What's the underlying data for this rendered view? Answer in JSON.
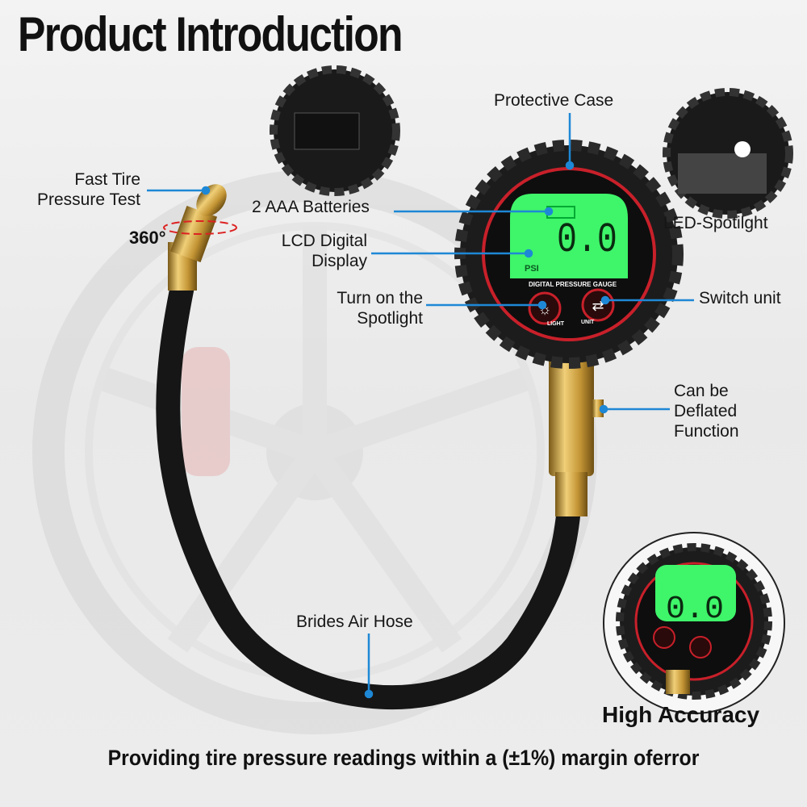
{
  "title": "Product Introduction",
  "labels": {
    "protective_case": "Protective Case",
    "fast_tire_1": "Fast Tire",
    "fast_tire_2": "Pressure Test",
    "rotation": "360°",
    "batteries": "2 AAA Batteries",
    "lcd_1": "LCD Digital",
    "lcd_2": "Display",
    "spotlight_1": "Turn on the",
    "spotlight_2": "Spotlight",
    "switch_unit": "Switch unit",
    "led": "LED-Spotilght",
    "deflate_1": "Can be",
    "deflate_2": "Deflated",
    "deflate_3": "Function",
    "hose": "Brides Air Hose"
  },
  "gauge": {
    "reading": "0.0",
    "unit": "PSI",
    "brand_text": "DIGITAL PRESSURE GAUGE",
    "light_label": "LIGHT",
    "unit_label": "UNIT"
  },
  "high_accuracy": "High Accuracy",
  "bottom_text": "Providing tire pressure readings within a (±1%) margin oferror",
  "colors": {
    "accent_line": "#1e88d6",
    "lcd": "#3ff56a",
    "ring": "#d0202a",
    "brass": "#c9a040"
  }
}
